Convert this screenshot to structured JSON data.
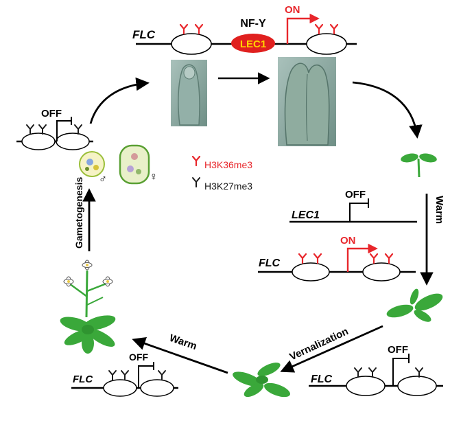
{
  "labels": {
    "flc": "FLC",
    "lec1": "LEC1",
    "nfy": "NF-Y",
    "on": "ON",
    "off": "OFF",
    "warm": "Warm",
    "vernalization": "Vernalization",
    "gametogenesis": "Gametogenesis",
    "male_symbol": "♂",
    "female_symbol": "♀"
  },
  "legend": {
    "h3k36me3": "H3K36me3",
    "h3k27me3": "H3K27me3"
  },
  "colors": {
    "active_mark": "#e8262b",
    "repressive_mark": "#1a1a1a",
    "lec1_oval": "#e0201f",
    "lec1_text": "#ffd400",
    "plant_green": "#3aa83a",
    "embryo_gray": "#7d9c94"
  }
}
